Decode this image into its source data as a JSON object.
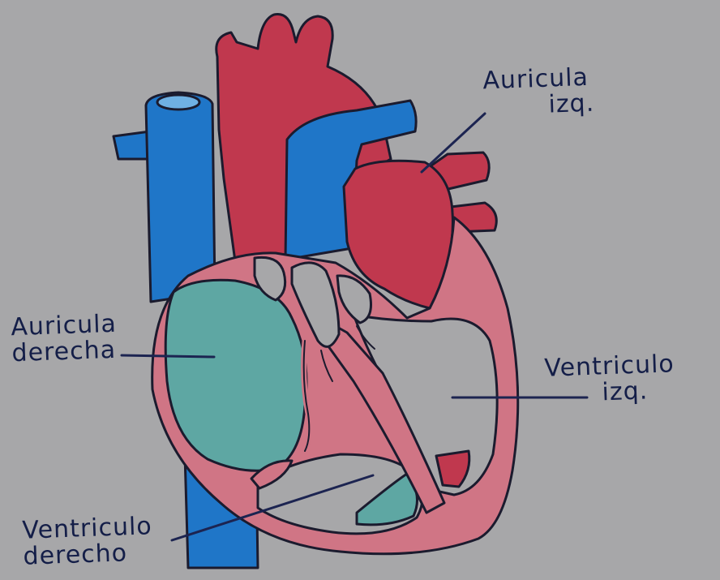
{
  "labels": {
    "left_atrium_line1": "Auricula",
    "left_atrium_line2": "izq.",
    "right_atrium_line1": "Auricula",
    "right_atrium_line2": "derecha",
    "left_ventricle_line1": "Ventriculo",
    "left_ventricle_line2": "izq.",
    "right_ventricle_line1": "Ventriculo",
    "right_ventricle_line2": "derecho"
  },
  "colors": {
    "background": "#a7a7a9",
    "vein_blue": "#1f76c8",
    "artery_red": "#c0384e",
    "atrium_teal": "#5ea7a3",
    "muscle_pink": "#d07585",
    "outline": "#1b1b2e",
    "label_ink": "#141e48"
  }
}
